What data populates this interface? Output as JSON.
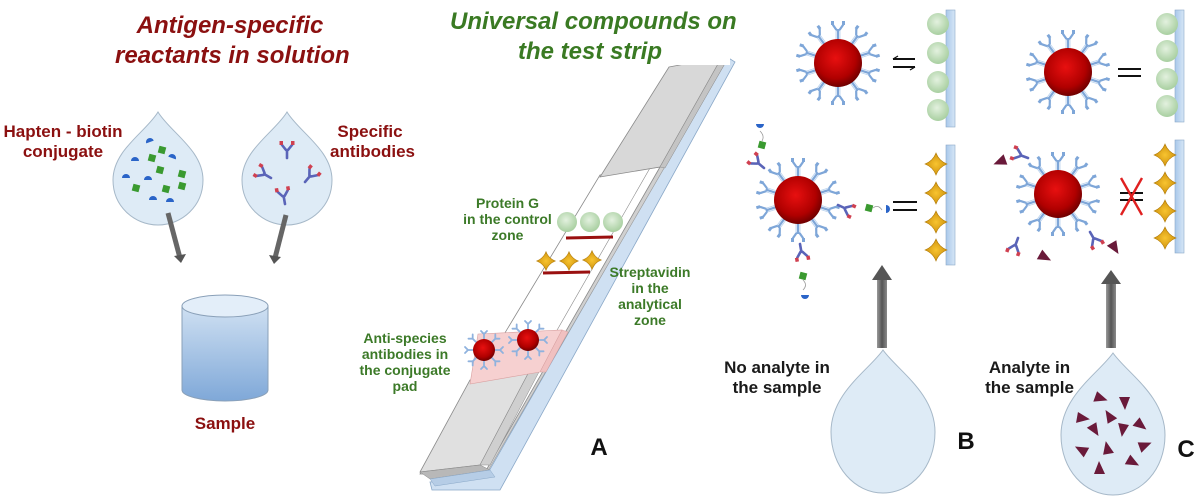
{
  "figure": {
    "left_section": {
      "title_line1": "Antigen-specific",
      "title_line2": "reactants in solution",
      "drop1_label_line1": "Hapten - biotin",
      "drop1_label_line2": "conjugate",
      "drop2_label_line1": "Specific",
      "drop2_label_line2": "antibodies",
      "container_label": "Sample"
    },
    "strip_section": {
      "title_line1": "Universal compounds on",
      "title_line2": "the test strip",
      "control_zone_label": [
        "Protein G",
        "in the control",
        "zone"
      ],
      "analytical_zone_label": [
        "Streptavidin",
        "in the",
        "analytical",
        "zone"
      ],
      "conjugate_pad_label": [
        "Anti-species",
        "antibodies in",
        "the conjugate",
        "pad"
      ],
      "panel_letter": "A"
    },
    "panel_b": {
      "sample_label_line1": "No analyte in",
      "sample_label_line2": "the sample",
      "panel_letter": "B"
    },
    "panel_c": {
      "sample_label_line1": "Analyte in",
      "sample_label_line2": "the sample",
      "panel_letter": "C"
    },
    "colors": {
      "title_red": "#8b1010",
      "title_green": "#3a7a23",
      "nanoparticle_red": "#c00000",
      "protein_g_green": "#bcdcb4",
      "streptavidin_gold": "#e0a818",
      "drop_fill": "#deebf6",
      "block_x_red": "#e02020",
      "analyte_purple": "#6a1a3a"
    }
  }
}
